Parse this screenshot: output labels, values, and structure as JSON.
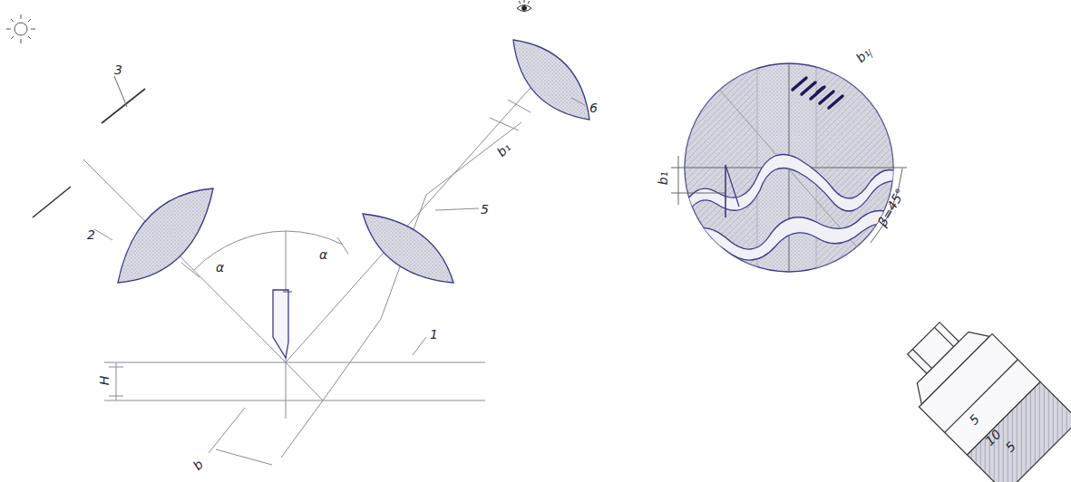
{
  "diagram": {
    "labels": [
      "3",
      "2",
      "α",
      "α",
      "5",
      "b₁",
      "6",
      "1",
      "H",
      "b",
      "b₁",
      "b₁",
      "β=45°",
      "5",
      "10",
      "5"
    ]
  }
}
